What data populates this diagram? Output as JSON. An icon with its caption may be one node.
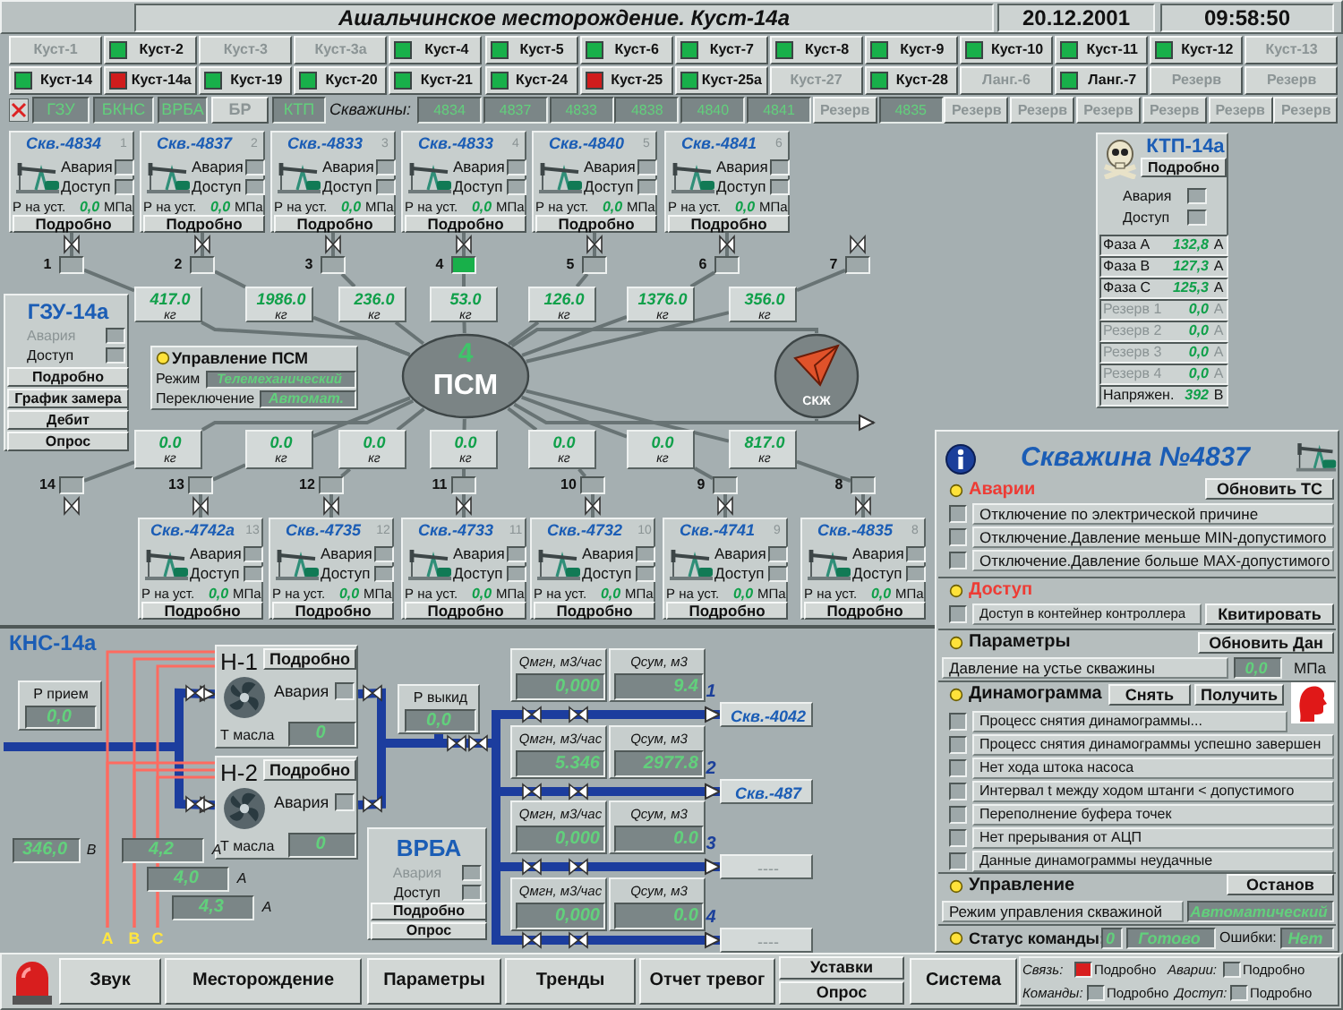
{
  "diagram": {
    "title": "Ашальчинское месторождение. Куст-14а",
    "nodes": [
      {
        "text": [
          "Скв.-4834",
          "1",
          "Авария",
          "Доступ",
          "Р на уст.",
          "0,0",
          "МПа",
          "Подробно"
        ]
      },
      {
        "text": [
          "Скв.-4837",
          "2",
          "Авария",
          "Доступ",
          "Р на уст.",
          "0,0",
          "МПа",
          "Подробно"
        ]
      },
      {
        "text": [
          "Скв.-4833",
          "3",
          "Авария",
          "Доступ",
          "Р на уст.",
          "0,0",
          "МПа",
          "Подробно"
        ]
      },
      {
        "text": [
          "Скв.-4833",
          "4",
          "Авария",
          "Доступ",
          "Р на уст.",
          "0,0",
          "МПа",
          "Подробно"
        ]
      },
      {
        "text": [
          "Скв.-4840",
          "5",
          "Авария",
          "Доступ",
          "Р на уст.",
          "0,0",
          "МПа",
          "Подробно"
        ]
      },
      {
        "text": [
          "Скв.-4841",
          "6",
          "Авария",
          "Доступ",
          "Р на уст.",
          "0,0",
          "МПа",
          "Подробно"
        ]
      },
      {
        "text": [
          "Скв.-4742а",
          "13",
          "Авария",
          "Доступ",
          "Р на уст.",
          "0,0",
          "МПа",
          "Подробно"
        ]
      },
      {
        "text": [
          "Скв.-4735",
          "12",
          "Авария",
          "Доступ",
          "Р на уст.",
          "0,0",
          "МПа",
          "Подробно"
        ]
      },
      {
        "text": [
          "Скв.-4733",
          "11",
          "Авария",
          "Доступ",
          "Р на уст.",
          "0,0",
          "МПа",
          "Подробно"
        ]
      },
      {
        "text": [
          "Скв.-4732",
          "10",
          "Авария",
          "Доступ",
          "Р на уст.",
          "0,0",
          "МПа",
          "Подробно"
        ]
      },
      {
        "text": [
          "Скв.-4741",
          "9",
          "Авария",
          "Доступ",
          "Р на уст.",
          "0,0",
          "МПа",
          "Подробно"
        ]
      },
      {
        "text": [
          "Скв.-4835",
          "8",
          "Авария",
          "Доступ",
          "Р на уст.",
          "0,0",
          "МПа",
          "Подробно"
        ]
      },
      {
        "text": [
          "1"
        ]
      },
      {
        "text": [
          "2"
        ]
      },
      {
        "text": [
          "3"
        ]
      },
      {
        "text": [
          "4"
        ]
      },
      {
        "text": [
          "5"
        ]
      },
      {
        "text": [
          "6"
        ]
      },
      {
        "text": [
          "7"
        ]
      },
      {
        "text": [
          "8"
        ]
      },
      {
        "text": [
          "9"
        ]
      },
      {
        "text": [
          "10"
        ]
      },
      {
        "text": [
          "11"
        ]
      },
      {
        "text": [
          "12"
        ]
      },
      {
        "text": [
          "13"
        ]
      },
      {
        "text": [
          "14"
        ]
      },
      {
        "text": [
          "417.0",
          "кг"
        ]
      },
      {
        "text": [
          "1986.0",
          "кг"
        ]
      },
      {
        "text": [
          "236.0",
          "кг"
        ]
      },
      {
        "text": [
          "53.0",
          "кг"
        ]
      },
      {
        "text": [
          "126.0",
          "кг"
        ]
      },
      {
        "text": [
          "1376.0",
          "кг"
        ]
      },
      {
        "text": [
          "356.0",
          "кг"
        ]
      },
      {
        "text": [
          "0.0",
          "кг"
        ]
      },
      {
        "text": [
          "0.0",
          "кг"
        ]
      },
      {
        "text": [
          "0.0",
          "кг"
        ]
      },
      {
        "text": [
          "0.0",
          "кг"
        ]
      },
      {
        "text": [
          "0.0",
          "кг"
        ]
      },
      {
        "text": [
          "0.0",
          "кг"
        ]
      },
      {
        "text": [
          "817.0",
          "кг"
        ]
      },
      {
        "text": [
          "4",
          "ПСМ"
        ]
      },
      {
        "text": [
          "СКЖ"
        ]
      },
      {
        "text": [
          "ГЗУ-14а",
          "Авария",
          "Доступ",
          "Подробно",
          "График замера",
          "Дебит",
          "Опрос"
        ]
      },
      {
        "text": [
          "Управление ПСМ",
          "Режим",
          "Телемеханический",
          "Переключение",
          "Автомат."
        ]
      },
      {
        "text": [
          "КТП-14а",
          "Подробно",
          "Авария",
          "Доступ",
          "Фаза А",
          "132,8",
          "А",
          "Фаза В",
          "127,3",
          "А",
          "Фаза С",
          "125,3",
          "А",
          "Резерв 1",
          "0,0",
          "А",
          "Резерв 2",
          "0,0",
          "А",
          "Резерв 3",
          "0,0",
          "А",
          "Резерв 4",
          "0,0",
          "А",
          "Напряжен.",
          "392",
          "В"
        ]
      },
      {
        "text": [
          "Скважина №4837",
          "Аварии",
          "Обновить ТС",
          "Отключение по электрической причине",
          "Отключение.Давление меньше MIN-допустимого",
          "Отключение.Давление больше MAX-допустимого",
          "Доступ",
          "Доступ в контейнер контроллера",
          "Квитировать",
          "Параметры",
          "Обновить Дан",
          "Давление на устье скважины",
          "0,0",
          "МПа",
          "Динамограмма",
          "Снять",
          "Получить",
          "Процесс снятия динамограммы...",
          "Процесс снятия динамограммы успешно завершен",
          "Нет хода штока насоса",
          "Интервал t между ходом штанги < допустимого",
          "Переполнение буфера точек",
          "Нет прерывания от АЦП",
          "Данные динамограммы неудачные",
          "Управление",
          "Останов",
          "Режим управления скважиной",
          "Автоматический",
          "Статус команды:",
          "0",
          "Готово",
          "Ошибки:",
          "Нет"
        ]
      },
      {
        "text": [
          "Р прием",
          "0,0"
        ]
      },
      {
        "text": [
          "Н-1",
          "Подробно",
          "Авария",
          "Т масла",
          "0"
        ]
      },
      {
        "text": [
          "Н-2",
          "Подробно",
          "Авария",
          "Т масла",
          "0"
        ]
      },
      {
        "text": [
          "Р выкид",
          "0,0"
        ]
      },
      {
        "text": [
          "Qмгн, м3/час",
          "0,000"
        ]
      },
      {
        "text": [
          "Qсум, м3",
          "9.4"
        ]
      },
      {
        "text": [
          "Qмгн, м3/час",
          "5.346"
        ]
      },
      {
        "text": [
          "Qсум, м3",
          "2977.8"
        ]
      },
      {
        "text": [
          "Qмгн, м3/час",
          "0,000"
        ]
      },
      {
        "text": [
          "Qсум, м3",
          "0.0"
        ]
      },
      {
        "text": [
          "Qмгн, м3/час",
          "0,000"
        ]
      },
      {
        "text": [
          "Qсум, м3",
          "0.0"
        ]
      },
      {
        "text": [
          "Скв.-4042"
        ],
        "beside": [
          "1"
        ]
      },
      {
        "text": [
          "Скв.-487"
        ],
        "beside": [
          "2"
        ]
      },
      {
        "text": [
          "----"
        ],
        "beside": [
          "3"
        ]
      },
      {
        "text": [
          "----"
        ],
        "beside": [
          "4"
        ]
      },
      {
        "text": [
          "ВРБА",
          "Авария",
          "Доступ",
          "Подробно",
          "Опрос"
        ]
      }
    ],
    "edges": [
      {
        "from": 0,
        "to": 12,
        "arrow": "none"
      },
      {
        "from": 1,
        "to": 13,
        "arrow": "none"
      },
      {
        "from": 2,
        "to": 14,
        "arrow": "none"
      },
      {
        "from": 3,
        "to": 15,
        "arrow": "none"
      },
      {
        "from": 4,
        "to": 16,
        "arrow": "none"
      },
      {
        "from": 5,
        "to": 17,
        "arrow": "none"
      },
      {
        "from": 6,
        "to": 24,
        "arrow": "none"
      },
      {
        "from": 7,
        "to": 23,
        "arrow": "none"
      },
      {
        "from": 8,
        "to": 22,
        "arrow": "none"
      },
      {
        "from": 9,
        "to": 21,
        "arrow": "none"
      },
      {
        "from": 10,
        "to": 20,
        "arrow": "none"
      },
      {
        "from": 11,
        "to": 19,
        "arrow": "none"
      },
      {
        "from": 12,
        "to": 26,
        "arrow": "none"
      },
      {
        "from": 13,
        "to": 27,
        "arrow": "none"
      },
      {
        "from": 14,
        "to": 28,
        "arrow": "none"
      },
      {
        "from": 15,
        "to": 29,
        "arrow": "none"
      },
      {
        "from": 16,
        "to": 30,
        "arrow": "none"
      },
      {
        "from": 17,
        "to": 31,
        "arrow": "none"
      },
      {
        "from": 18,
        "to": 32,
        "arrow": "none"
      },
      {
        "from": 25,
        "to": 33,
        "arrow": "none"
      },
      {
        "from": 24,
        "to": 34,
        "arrow": "none"
      },
      {
        "from": 23,
        "to": 35,
        "arrow": "none"
      },
      {
        "from": 22,
        "to": 36,
        "arrow": "none"
      },
      {
        "from": 21,
        "to": 37,
        "arrow": "none"
      },
      {
        "from": 20,
        "to": 38,
        "arrow": "none"
      },
      {
        "from": 19,
        "to": 39,
        "arrow": "none"
      },
      {
        "from": 26,
        "to": 40,
        "arrow": "none"
      },
      {
        "from": 27,
        "to": 40,
        "arrow": "none"
      },
      {
        "from": 28,
        "to": 40,
        "arrow": "none"
      },
      {
        "from": 29,
        "to": 40,
        "arrow": "none"
      },
      {
        "from": 30,
        "to": 40,
        "arrow": "none"
      },
      {
        "from": 31,
        "to": 40,
        "arrow": "none"
      },
      {
        "from": 32,
        "to": 40,
        "arrow": "none"
      },
      {
        "from": 33,
        "to": 40,
        "arrow": "none"
      },
      {
        "from": 34,
        "to": 40,
        "arrow": "none"
      },
      {
        "from": 35,
        "to": 40,
        "arrow": "none"
      },
      {
        "from": 36,
        "to": 40,
        "arrow": "none"
      },
      {
        "from": 37,
        "to": 40,
        "arrow": "none"
      },
      {
        "from": 38,
        "to": 40,
        "arrow": "none"
      },
      {
        "from": 39,
        "to": 40,
        "arrow": "none"
      },
      {
        "from": 40,
        "to": 41,
        "arrow": "none"
      },
      {
        "from": 41,
        "to": null,
        "arrow": "to"
      },
      {
        "from": 40,
        "to": 41,
        "arrow": "none"
      },
      {
        "from": null,
        "to": 47,
        "arrow": "to",
        "style": "thick",
        "color": "#1c3d9e"
      },
      {
        "from": null,
        "to": 48,
        "arrow": "to",
        "style": "thick",
        "color": "#1c3d9e"
      },
      {
        "from": 47,
        "to": 49,
        "arrow": "none",
        "style": "thick",
        "color": "#1c3d9e"
      },
      {
        "from": 48,
        "to": 49,
        "arrow": "none",
        "style": "thick",
        "color": "#1c3d9e"
      },
      {
        "from": 49,
        "to": 58,
        "arrow": "to",
        "style": "thick",
        "color": "#1c3d9e"
      },
      {
        "from": 49,
        "to": 59,
        "arrow": "to",
        "style": "thick",
        "color": "#1c3d9e"
      },
      {
        "from": 49,
        "to": 60,
        "arrow": "to",
        "style": "thick",
        "color": "#1c3d9e"
      },
      {
        "from": 49,
        "to": 61,
        "arrow": "to",
        "style": "thick",
        "color": "#1c3d9e"
      }
    ],
    "labels": [
      "20.12.2001",
      "09:58:50",
      "Куст-1",
      "Куст-2",
      "Куст-3",
      "Куст-3а",
      "Куст-4",
      "Куст-5",
      "Куст-6",
      "Куст-7",
      "Куст-8",
      "Куст-9",
      "Куст-10",
      "Куст-11",
      "Куст-12",
      "Куст-13",
      "Куст-14",
      "Куст-14а",
      "Куст-19",
      "Куст-20",
      "Куст-21",
      "Куст-24",
      "Куст-25",
      "Куст-25а",
      "Куст-27",
      "Куст-28",
      "Ланг.-6",
      "Ланг.-7",
      "Резерв",
      "Резерв",
      "ГЗУ",
      "БКНС",
      "ВРБА",
      "БР",
      "КТП",
      "Скважины:",
      "4834",
      "4837",
      "4833",
      "4838",
      "4840",
      "4841",
      "Резерв",
      "4835",
      "Резерв",
      "Резерв",
      "Резерв",
      "Резерв",
      "Резерв",
      "Резерв",
      "КНС-14а",
      "346,0",
      "В",
      "4,2",
      "А",
      "4,0",
      "А",
      "4,3",
      "А",
      "A",
      "B",
      "C",
      "Звук",
      "Месторождение",
      "Параметры",
      "Тренды",
      "Отчет тревог",
      "Уставки",
      "Опрос",
      "Система",
      "Связь:",
      "Подробно",
      "Аварии:",
      "Подробно",
      "Команды:",
      "Подробно",
      "Доступ:",
      "Подробно"
    ]
  }
}
